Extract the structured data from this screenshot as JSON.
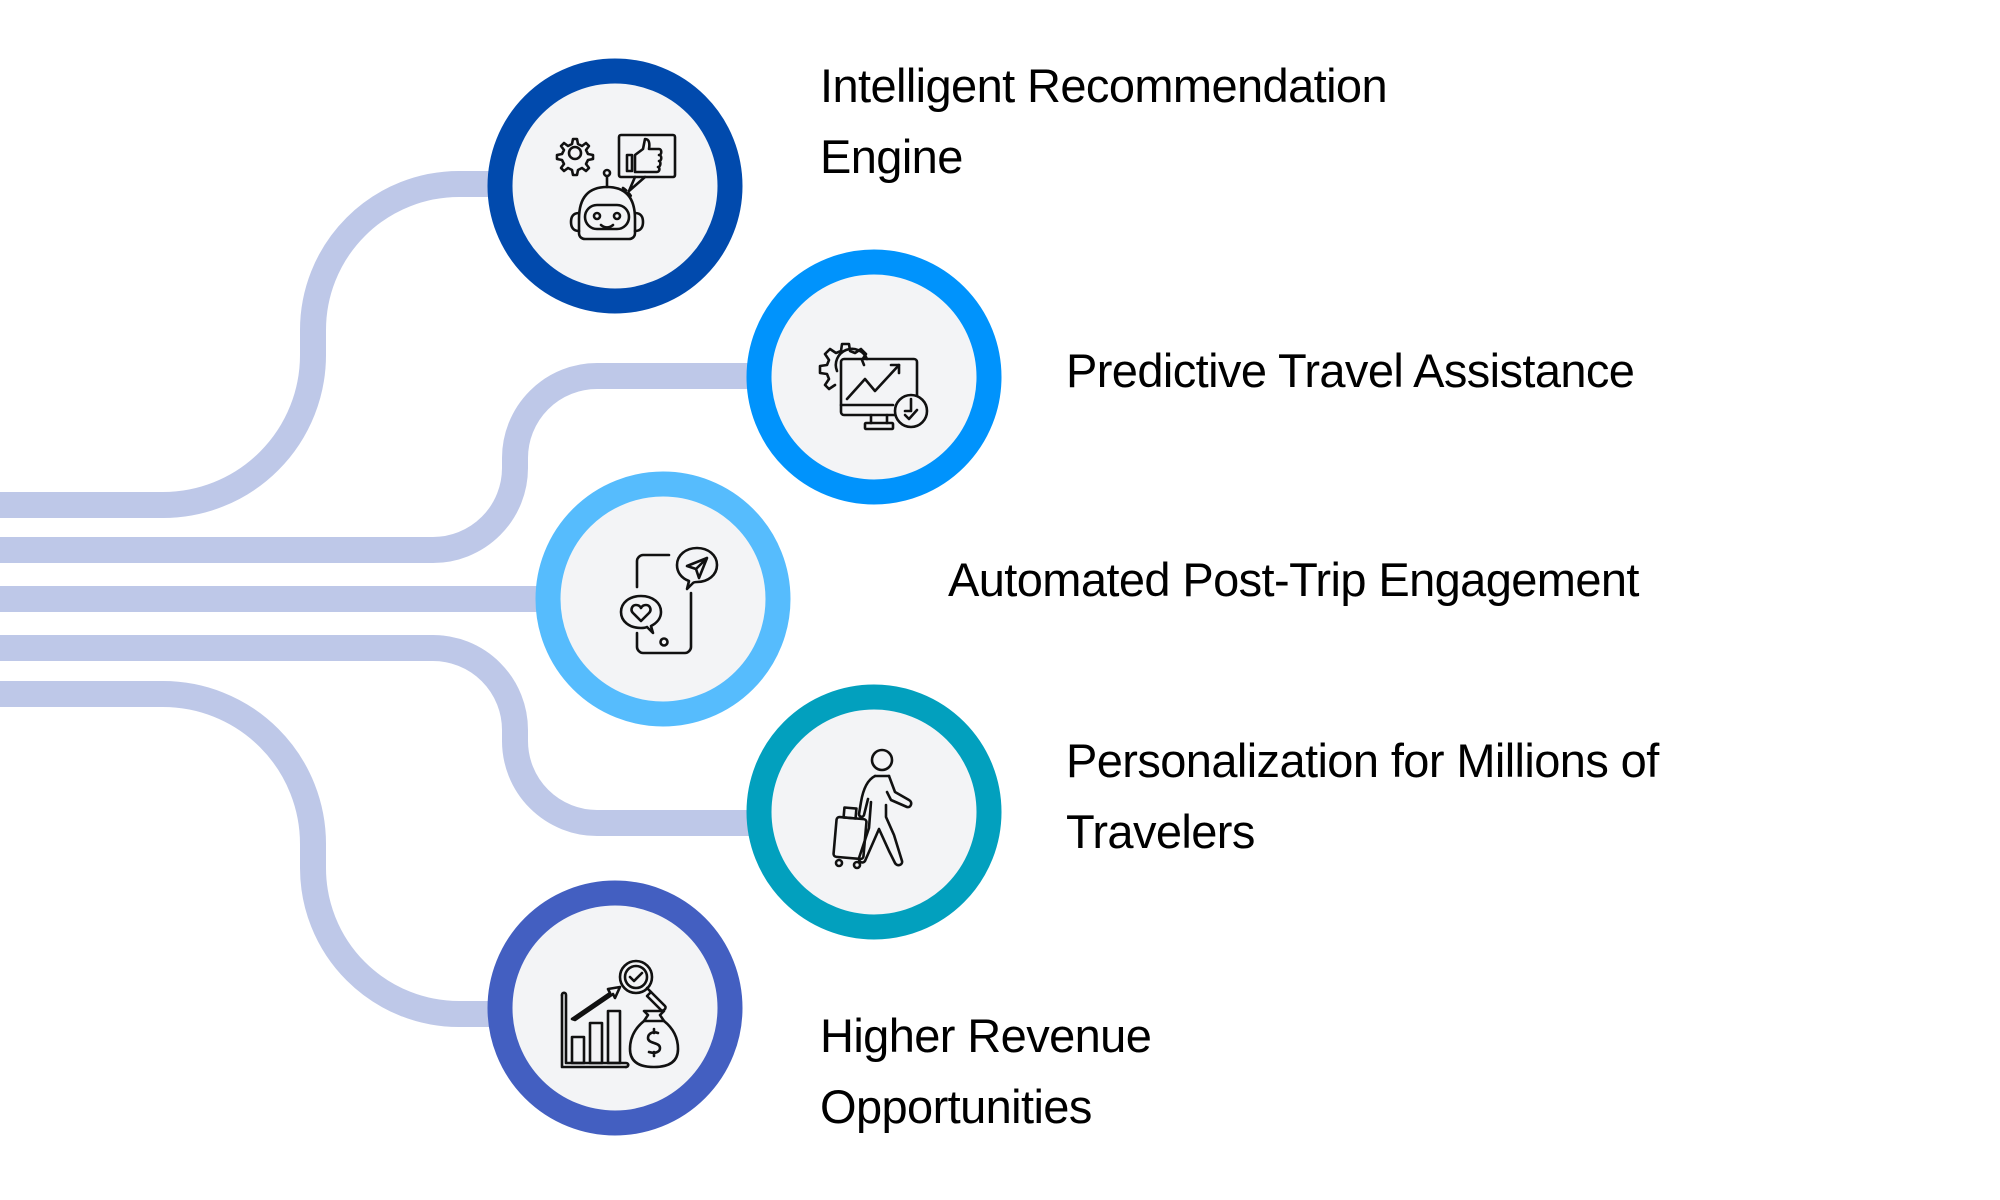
{
  "diagram": {
    "type": "branching-benefits-infographic",
    "colors": {
      "connector": "#bec8e8",
      "node_fill": "#f3f4f6",
      "text": "#000000"
    },
    "items": [
      {
        "id": "intelligent-recommendation-engine",
        "label_lines": [
          "Intelligent Recommendation",
          "Engine"
        ],
        "icon": "robot-thumbs-up-gear-icon",
        "ring_color": "#014aad"
      },
      {
        "id": "predictive-travel-assistance",
        "label_lines": [
          "Predictive Travel Assistance"
        ],
        "icon": "monitor-chart-gear-clock-icon",
        "ring_color": "#0093fc"
      },
      {
        "id": "automated-post-trip-engagement",
        "label_lines": [
          "Automated Post-Trip Engagement"
        ],
        "icon": "phone-chat-heart-send-icon",
        "ring_color": "#56bcfd"
      },
      {
        "id": "personalization-for-millions",
        "label_lines": [
          "Personalization for Millions of",
          "Travelers"
        ],
        "icon": "traveler-with-luggage-icon",
        "ring_color": "#02a0be"
      },
      {
        "id": "higher-revenue-opportunities",
        "label_lines": [
          "Higher Revenue",
          "Opportunities"
        ],
        "icon": "growth-chart-magnifier-money-bag-icon",
        "ring_color": "#435fc1"
      }
    ]
  }
}
